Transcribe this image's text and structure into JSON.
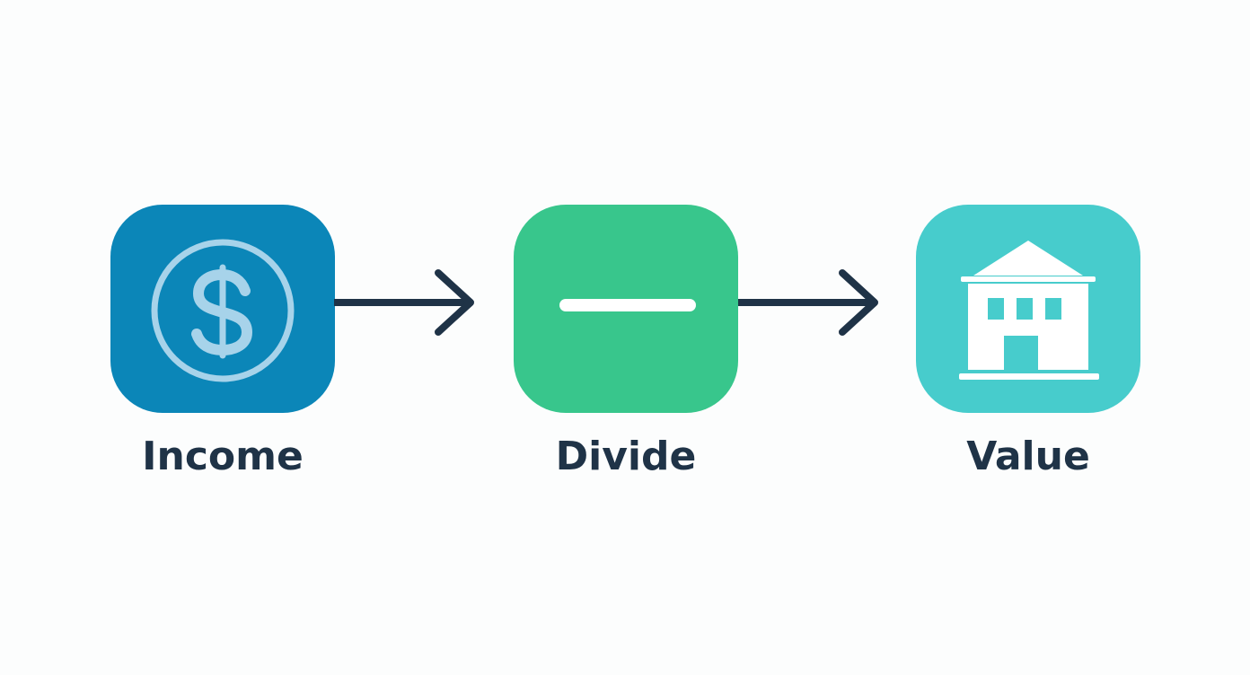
{
  "steps": [
    {
      "label": "Income",
      "icon": "dollar-coin-icon",
      "color": "#0b86b8"
    },
    {
      "label": "Divide",
      "icon": "minus-icon",
      "color": "#38c68c"
    },
    {
      "label": "Value",
      "icon": "building-icon",
      "color": "#47cccc"
    }
  ],
  "connectors": [
    {
      "from": "Income",
      "to": "Divide",
      "icon": "arrow-right-icon"
    },
    {
      "from": "Divide",
      "to": "Value",
      "icon": "arrow-right-icon"
    }
  ],
  "colors": {
    "text": "#1f3347",
    "arrow": "#1f3347",
    "income_icon": "#a7d3ea",
    "white": "#ffffff"
  }
}
